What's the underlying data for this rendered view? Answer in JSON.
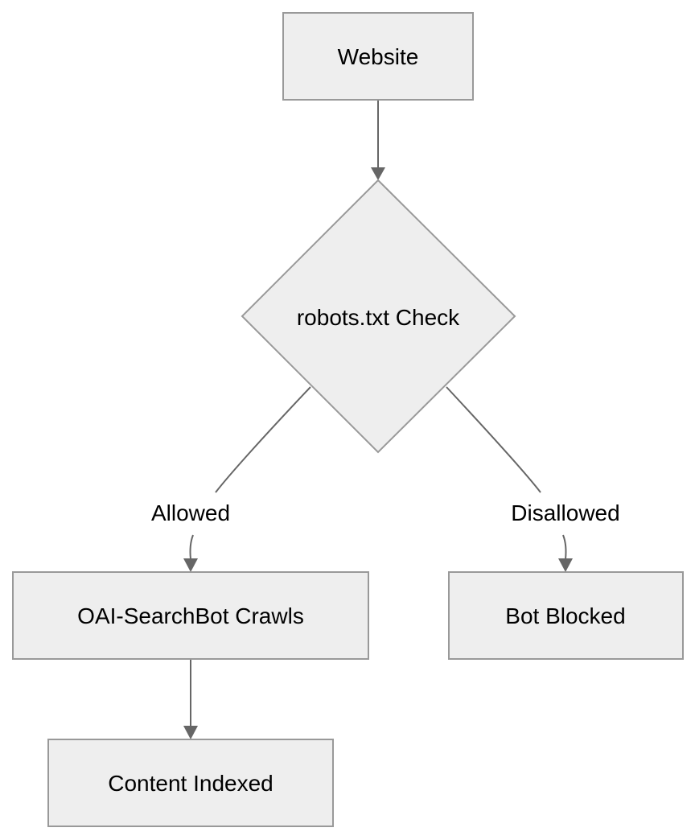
{
  "nodes": {
    "website": "Website",
    "robots_check": "robots.txt Check",
    "crawls": "OAI-SearchBot Crawls",
    "blocked": "Bot Blocked",
    "indexed": "Content Indexed"
  },
  "edges": {
    "allowed": "Allowed",
    "disallowed": "Disallowed"
  },
  "colors": {
    "node_fill": "#eeeeee",
    "node_stroke": "#999999",
    "edge": "#666666"
  }
}
